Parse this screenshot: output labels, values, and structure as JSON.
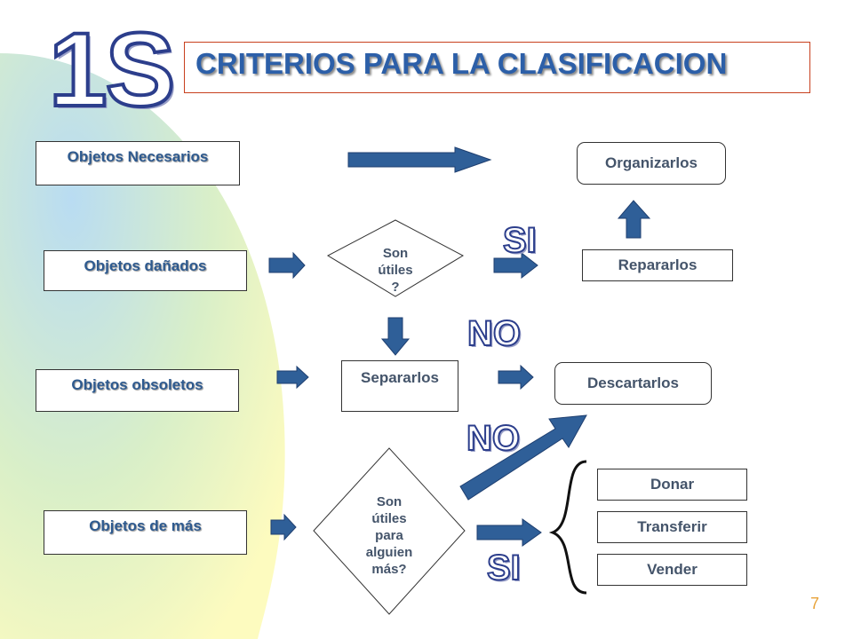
{
  "slide": {
    "badge": "1S",
    "title": "CRITERIOS PARA LA CLASIFICACION",
    "page_number": "7"
  },
  "categories": {
    "necesarios": "Objetos Necesarios",
    "danados": "Objetos dañados",
    "obsoletos": "Objetos obsoletos",
    "de_mas": "Objetos de más"
  },
  "decisions": {
    "utiles": [
      "Son",
      "útiles",
      "?"
    ],
    "utiles_alguien": [
      "Son",
      "útiles",
      "para",
      "alguien",
      "más?"
    ]
  },
  "actions": {
    "organizarlos": "Organizarlos",
    "repararlos": "Repararlos",
    "separarlos": "Separarlos",
    "descartarlos": "Descartarlos",
    "donar": "Donar",
    "transferir": "Transferir",
    "vender": "Vender"
  },
  "answers": {
    "si_top": "SI",
    "no_mid": "NO",
    "no_lower": "NO",
    "si_bottom": "SI"
  },
  "colors": {
    "arrow_fill": "#2f5f98",
    "title_text": "#2c5fa8",
    "title_border": "#c8401e",
    "outline_stroke": "#2c3e8c",
    "page_number": "#e8a33a"
  }
}
